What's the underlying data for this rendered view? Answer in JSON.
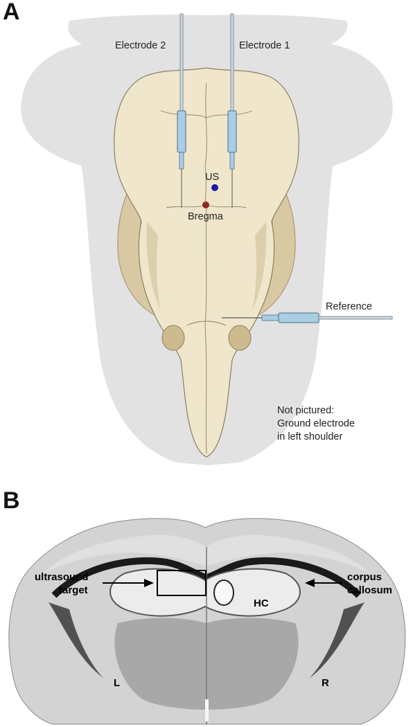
{
  "panel_a": {
    "letter": "A",
    "electrode_2": "Electrode 2",
    "electrode_1": "Electrode 1",
    "us_label": "US",
    "bregma_label": "Bregma",
    "reference_label": "Reference",
    "note_line1": "Not pictured:",
    "note_line2": "Ground electrode",
    "note_line3": "in left shoulder",
    "colors": {
      "us_dot": "#1a1aa8",
      "bregma_dot": "#8b2a22",
      "electrode": "#a9cde3",
      "bone": "#efe6cc",
      "silhouette": "#e2e2e2"
    }
  },
  "panel_b": {
    "letter": "B",
    "target_line1": "ultrasound",
    "target_line2": "target",
    "corpus_line1": "corpus",
    "corpus_line2": "callosum",
    "hc_label": "HC",
    "left_label": "L",
    "right_label": "R"
  }
}
